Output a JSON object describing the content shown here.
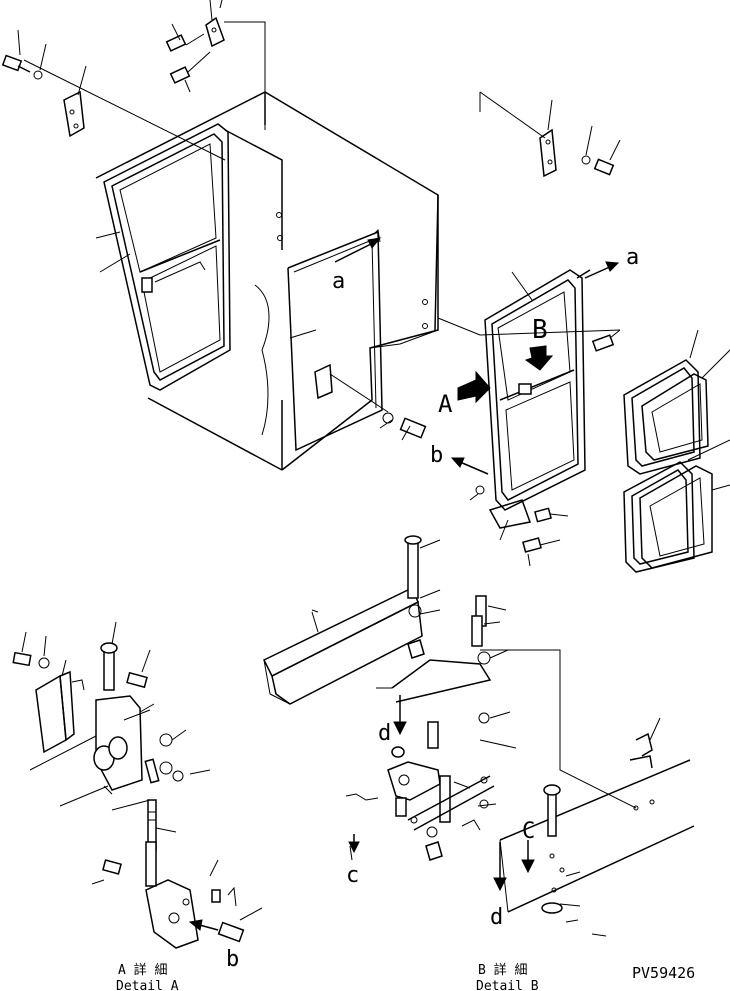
{
  "diagram": {
    "labels": {
      "a_top": "a",
      "a_cab": "a",
      "b_door": "b",
      "b_detail": "b",
      "A_arrow": "A",
      "B_arrow": "B",
      "c_small": "c",
      "c_right": "C",
      "d_top": "d",
      "d_bottom": "d"
    },
    "detail_a": {
      "jp": "A 詳 細",
      "en": "Detail A"
    },
    "detail_b": {
      "jp": "B 詳 細",
      "en": "Detail B"
    },
    "ref_code": "PV59426"
  }
}
